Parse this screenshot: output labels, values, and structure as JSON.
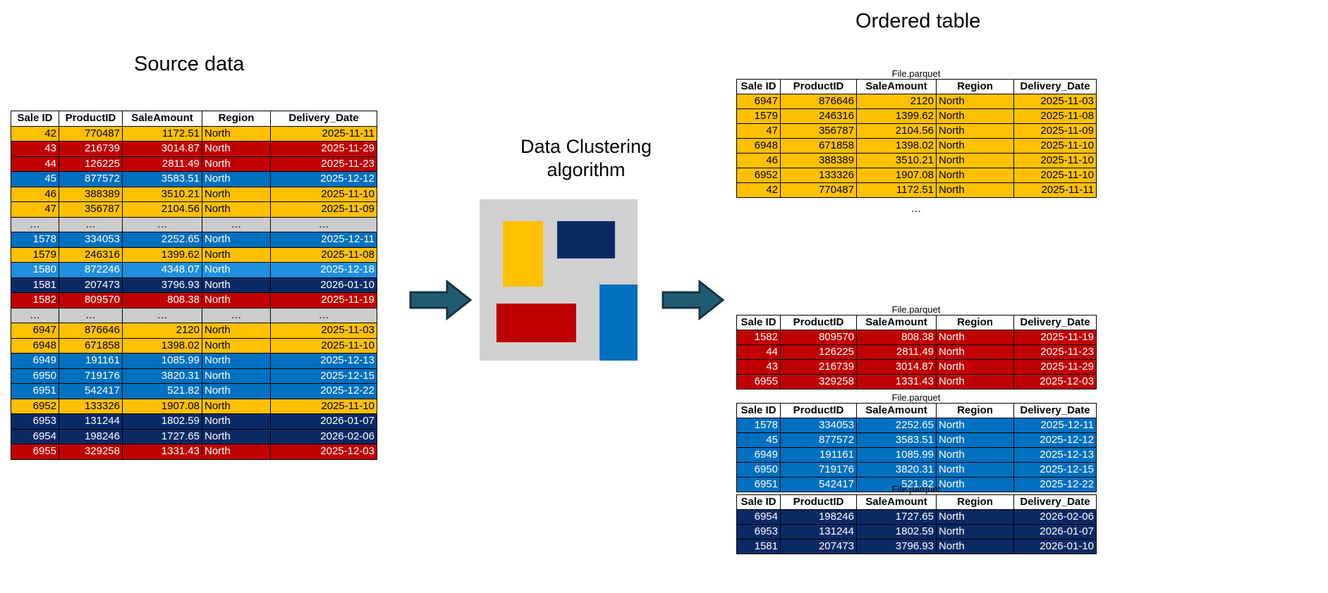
{
  "titles": {
    "source": "Source data",
    "ordered": "Ordered table",
    "algorithm_line1": "Data Clustering",
    "algorithm_line2": "algorithm"
  },
  "columns": [
    "Sale ID",
    "ProductID",
    "SaleAmount",
    "Region",
    "Delivery_Date"
  ],
  "file_label": "File.parquet",
  "ellipsis": "…",
  "colors": {
    "yellow": "#FFC000",
    "red": "#C00000",
    "blue": "#0070C0",
    "blue_light": "#1F8FE0",
    "navy": "#0A2A66",
    "gray": "#CCCCCC",
    "arrow": "#1F5C74",
    "algo_panel": "#D0D0D0"
  },
  "source_table": {
    "rows": [
      {
        "color": "yellow",
        "sale_id": "42",
        "product_id": "770487",
        "sale_amount": "1172.51",
        "region": "North",
        "delivery_date": "2025-11-11"
      },
      {
        "color": "red",
        "sale_id": "43",
        "product_id": "216739",
        "sale_amount": "3014.87",
        "region": "North",
        "delivery_date": "2025-11-29"
      },
      {
        "color": "red",
        "sale_id": "44",
        "product_id": "126225",
        "sale_amount": "2811.49",
        "region": "North",
        "delivery_date": "2025-11-23"
      },
      {
        "color": "blue",
        "sale_id": "45",
        "product_id": "877572",
        "sale_amount": "3583.51",
        "region": "North",
        "delivery_date": "2025-12-12"
      },
      {
        "color": "yellow",
        "sale_id": "46",
        "product_id": "388389",
        "sale_amount": "3510.21",
        "region": "North",
        "delivery_date": "2025-11-10"
      },
      {
        "color": "yellow",
        "sale_id": "47",
        "product_id": "356787",
        "sale_amount": "2104.56",
        "region": "North",
        "delivery_date": "2025-11-09"
      },
      {
        "color": "gray",
        "sale_id": "…",
        "product_id": "…",
        "sale_amount": "…",
        "region": "…",
        "delivery_date": "…"
      },
      {
        "color": "blue",
        "sale_id": "1578",
        "product_id": "334053",
        "sale_amount": "2252.65",
        "region": "North",
        "delivery_date": "2025-12-11"
      },
      {
        "color": "yellow",
        "sale_id": "1579",
        "product_id": "246316",
        "sale_amount": "1399.62",
        "region": "North",
        "delivery_date": "2025-11-08"
      },
      {
        "color": "blue2",
        "sale_id": "1580",
        "product_id": "872246",
        "sale_amount": "4348.07",
        "region": "North",
        "delivery_date": "2025-12-18"
      },
      {
        "color": "navy",
        "sale_id": "1581",
        "product_id": "207473",
        "sale_amount": "3796.93",
        "region": "North",
        "delivery_date": "2026-01-10"
      },
      {
        "color": "red",
        "sale_id": "1582",
        "product_id": "809570",
        "sale_amount": "808.38",
        "region": "North",
        "delivery_date": "2025-11-19"
      },
      {
        "color": "gray",
        "sale_id": "…",
        "product_id": "…",
        "sale_amount": "…",
        "region": "…",
        "delivery_date": "…"
      },
      {
        "color": "yellow",
        "sale_id": "6947",
        "product_id": "876646",
        "sale_amount": "2120",
        "region": "North",
        "delivery_date": "2025-11-03"
      },
      {
        "color": "yellow",
        "sale_id": "6948",
        "product_id": "671858",
        "sale_amount": "1398.02",
        "region": "North",
        "delivery_date": "2025-11-10"
      },
      {
        "color": "blue",
        "sale_id": "6949",
        "product_id": "191161",
        "sale_amount": "1085.99",
        "region": "North",
        "delivery_date": "2025-12-13"
      },
      {
        "color": "blue",
        "sale_id": "6950",
        "product_id": "719176",
        "sale_amount": "3820.31",
        "region": "North",
        "delivery_date": "2025-12-15"
      },
      {
        "color": "blue",
        "sale_id": "6951",
        "product_id": "542417",
        "sale_amount": "521.82",
        "region": "North",
        "delivery_date": "2025-12-22"
      },
      {
        "color": "yellow",
        "sale_id": "6952",
        "product_id": "133326",
        "sale_amount": "1907.08",
        "region": "North",
        "delivery_date": "2025-11-10"
      },
      {
        "color": "navy",
        "sale_id": "6953",
        "product_id": "131244",
        "sale_amount": "1802.59",
        "region": "North",
        "delivery_date": "2026-01-07"
      },
      {
        "color": "navy",
        "sale_id": "6954",
        "product_id": "198246",
        "sale_amount": "1727.65",
        "region": "North",
        "delivery_date": "2026-02-06"
      },
      {
        "color": "red",
        "sale_id": "6955",
        "product_id": "329258",
        "sale_amount": "1331.43",
        "region": "North",
        "delivery_date": "2025-12-03"
      }
    ]
  },
  "ordered_tables": [
    {
      "color": "yellow",
      "rows": [
        {
          "sale_id": "6947",
          "product_id": "876646",
          "sale_amount": "2120",
          "region": "North",
          "delivery_date": "2025-11-03"
        },
        {
          "sale_id": "1579",
          "product_id": "246316",
          "sale_amount": "1399.62",
          "region": "North",
          "delivery_date": "2025-11-08"
        },
        {
          "sale_id": "47",
          "product_id": "356787",
          "sale_amount": "2104.56",
          "region": "North",
          "delivery_date": "2025-11-09"
        },
        {
          "sale_id": "6948",
          "product_id": "671858",
          "sale_amount": "1398.02",
          "region": "North",
          "delivery_date": "2025-11-10"
        },
        {
          "sale_id": "46",
          "product_id": "388389",
          "sale_amount": "3510.21",
          "region": "North",
          "delivery_date": "2025-11-10"
        },
        {
          "sale_id": "6952",
          "product_id": "133326",
          "sale_amount": "1907.08",
          "region": "North",
          "delivery_date": "2025-11-10"
        },
        {
          "sale_id": "42",
          "product_id": "770487",
          "sale_amount": "1172.51",
          "region": "North",
          "delivery_date": "2025-11-11"
        }
      ]
    },
    {
      "color": "red",
      "rows": [
        {
          "sale_id": "1582",
          "product_id": "809570",
          "sale_amount": "808.38",
          "region": "North",
          "delivery_date": "2025-11-19"
        },
        {
          "sale_id": "44",
          "product_id": "126225",
          "sale_amount": "2811.49",
          "region": "North",
          "delivery_date": "2025-11-23"
        },
        {
          "sale_id": "43",
          "product_id": "216739",
          "sale_amount": "3014.87",
          "region": "North",
          "delivery_date": "2025-11-29"
        },
        {
          "sale_id": "6955",
          "product_id": "329258",
          "sale_amount": "1331.43",
          "region": "North",
          "delivery_date": "2025-12-03"
        }
      ]
    },
    {
      "color": "blue",
      "rows": [
        {
          "sale_id": "1578",
          "product_id": "334053",
          "sale_amount": "2252.65",
          "region": "North",
          "delivery_date": "2025-12-11"
        },
        {
          "sale_id": "45",
          "product_id": "877572",
          "sale_amount": "3583.51",
          "region": "North",
          "delivery_date": "2025-12-12"
        },
        {
          "sale_id": "6949",
          "product_id": "191161",
          "sale_amount": "1085.99",
          "region": "North",
          "delivery_date": "2025-12-13"
        },
        {
          "sale_id": "6950",
          "product_id": "719176",
          "sale_amount": "3820.31",
          "region": "North",
          "delivery_date": "2025-12-15"
        },
        {
          "sale_id": "6951",
          "product_id": "542417",
          "sale_amount": "521.82",
          "region": "North",
          "delivery_date": "2025-12-22"
        }
      ]
    },
    {
      "color": "navy",
      "rows": [
        {
          "sale_id": "6954",
          "product_id": "198246",
          "sale_amount": "1727.65",
          "region": "North",
          "delivery_date": "2026-02-06"
        },
        {
          "sale_id": "6953",
          "product_id": "131244",
          "sale_amount": "1802.59",
          "region": "North",
          "delivery_date": "2026-01-07"
        },
        {
          "sale_id": "1581",
          "product_id": "207473",
          "sale_amount": "3796.93",
          "region": "North",
          "delivery_date": "2026-01-10"
        }
      ]
    }
  ],
  "algorithm_box": {
    "clusters": [
      {
        "name": "yellow-cluster",
        "color": "#FFC000"
      },
      {
        "name": "navy-cluster",
        "color": "#0A2A66"
      },
      {
        "name": "red-cluster",
        "color": "#C00000"
      },
      {
        "name": "blue-cluster",
        "color": "#0070C0"
      }
    ]
  }
}
